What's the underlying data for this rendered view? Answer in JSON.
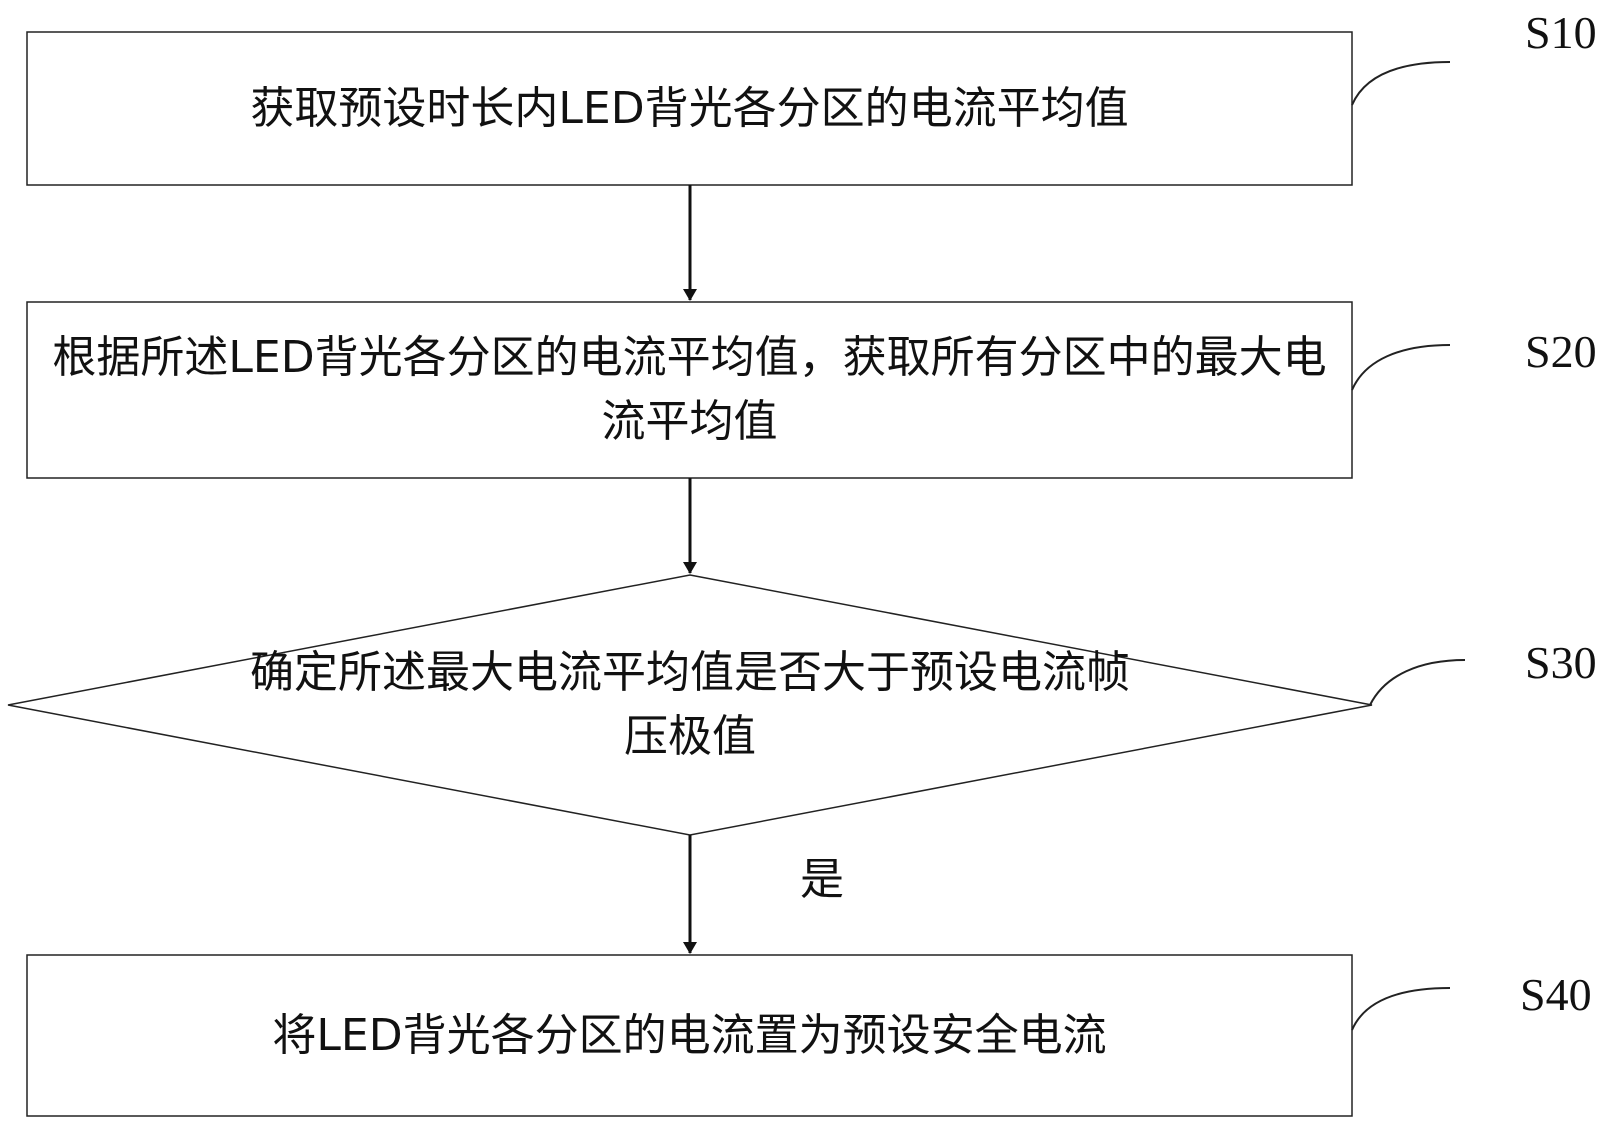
{
  "steps": [
    {
      "id": "S10",
      "text": "获取预设时长内LED背光各分区的电流平均值"
    },
    {
      "id": "S20",
      "text": "根据所述LED背光各分区的电流平均值，获取所有分区中的最大电流平均值"
    },
    {
      "id": "S30",
      "text": "确定所述最大电流平均值是否大于预设电流帧压极值"
    },
    {
      "id": "S40",
      "text": "将LED背光各分区的电流置为预设安全电流"
    }
  ],
  "yes_label": "是"
}
